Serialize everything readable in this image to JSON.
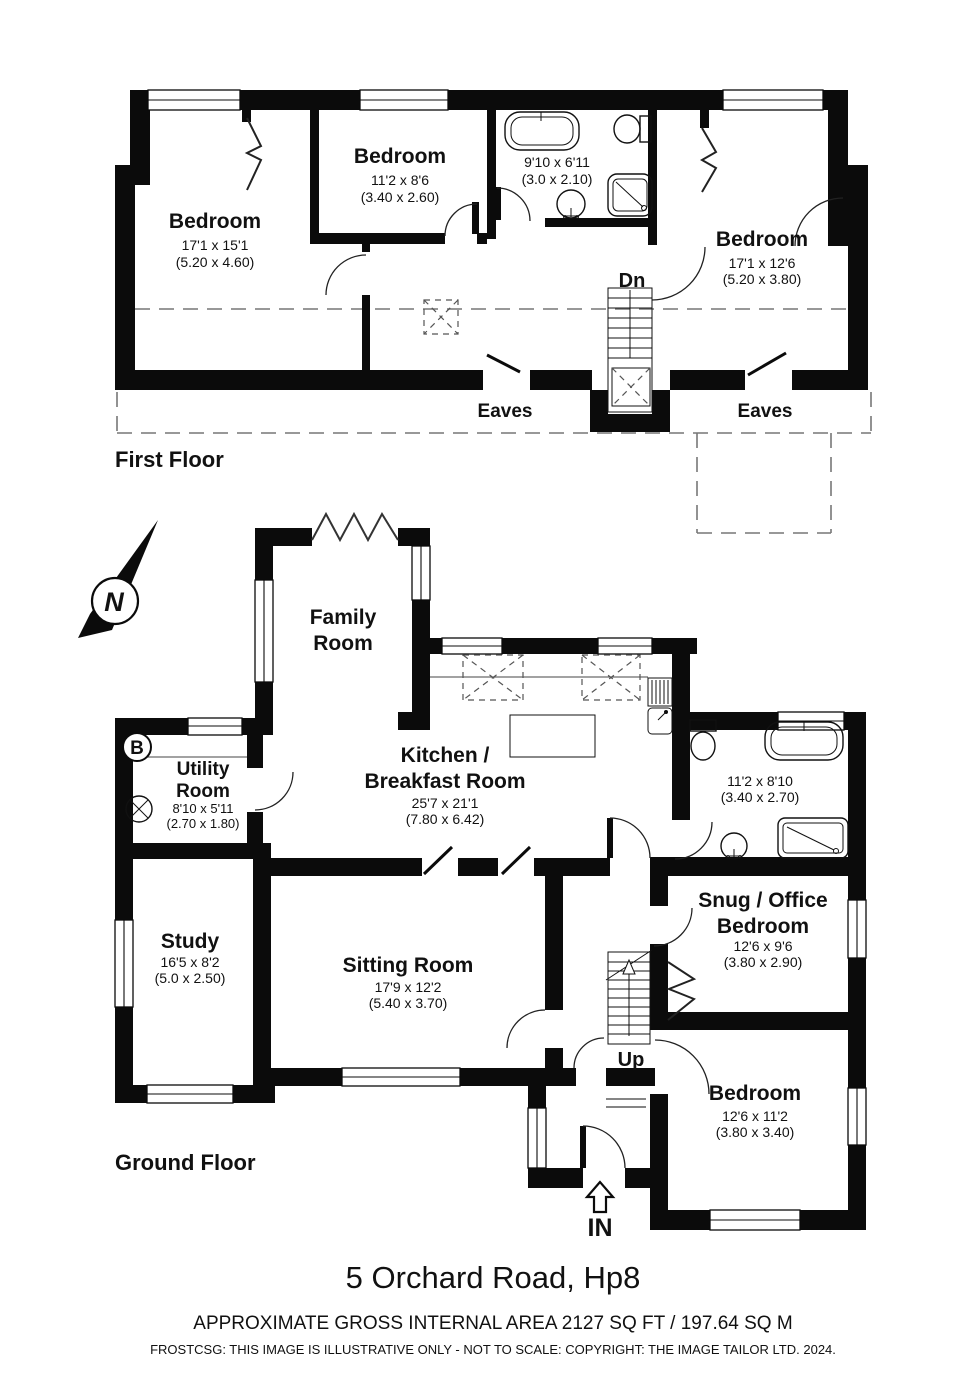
{
  "footer": {
    "title": "5 Orchard Road, Hp8",
    "area": "APPROXIMATE GROSS INTERNAL AREA 2127 SQ FT / 197.64 SQ M",
    "disclaimer": "FROSTCSG: THIS IMAGE IS ILLUSTRATIVE ONLY - NOT TO SCALE: COPYRIGHT: THE IMAGE TAILOR LTD. 2024."
  },
  "first_floor": {
    "label": "First Floor",
    "bedroom_left": {
      "name": "Bedroom",
      "ft": "17'1 x 15'1",
      "m": "(5.20 x 4.60)"
    },
    "bedroom_mid": {
      "name": "Bedroom",
      "ft": "11'2 x 8'6",
      "m": "(3.40 x 2.60)"
    },
    "bathroom": {
      "ft": "9'10 x 6'11",
      "m": "(3.0 x 2.10)"
    },
    "bedroom_right": {
      "name": "Bedroom",
      "ft": "17'1 x 12'6",
      "m": "(5.20 x 3.80)"
    },
    "stairs": "Dn",
    "eaves_left": "Eaves",
    "eaves_right": "Eaves"
  },
  "ground_floor": {
    "label": "Ground Floor",
    "family_room": {
      "name1": "Family",
      "name2": "Room"
    },
    "kitchen": {
      "name1": "Kitchen /",
      "name2": "Breakfast Room",
      "ft": "25'7 x 21'1",
      "m": "(7.80 x 6.42)"
    },
    "utility": {
      "name1": "Utility",
      "name2": "Room",
      "ft": "8'10 x 5'11",
      "m": "(2.70 x 1.80)"
    },
    "bathroom": {
      "ft": "11'2 x 8'10",
      "m": "(3.40 x 2.70)"
    },
    "snug": {
      "name1": "Snug / Office",
      "name2": "Bedroom",
      "ft": "12'6 x 9'6",
      "m": "(3.80 x 2.90)"
    },
    "study": {
      "name": "Study",
      "ft": "16'5 x 8'2",
      "m": "(5.0 x 2.50)"
    },
    "sitting_room": {
      "name": "Sitting Room",
      "ft": "17'9 x 12'2",
      "m": "(5.40 x 3.70)"
    },
    "bedroom": {
      "name": "Bedroom",
      "ft": "12'6 x 11'2",
      "m": "(3.80 x 3.40)"
    },
    "stairs": "Up",
    "entrance": "IN",
    "boiler": "B",
    "compass": "N"
  }
}
